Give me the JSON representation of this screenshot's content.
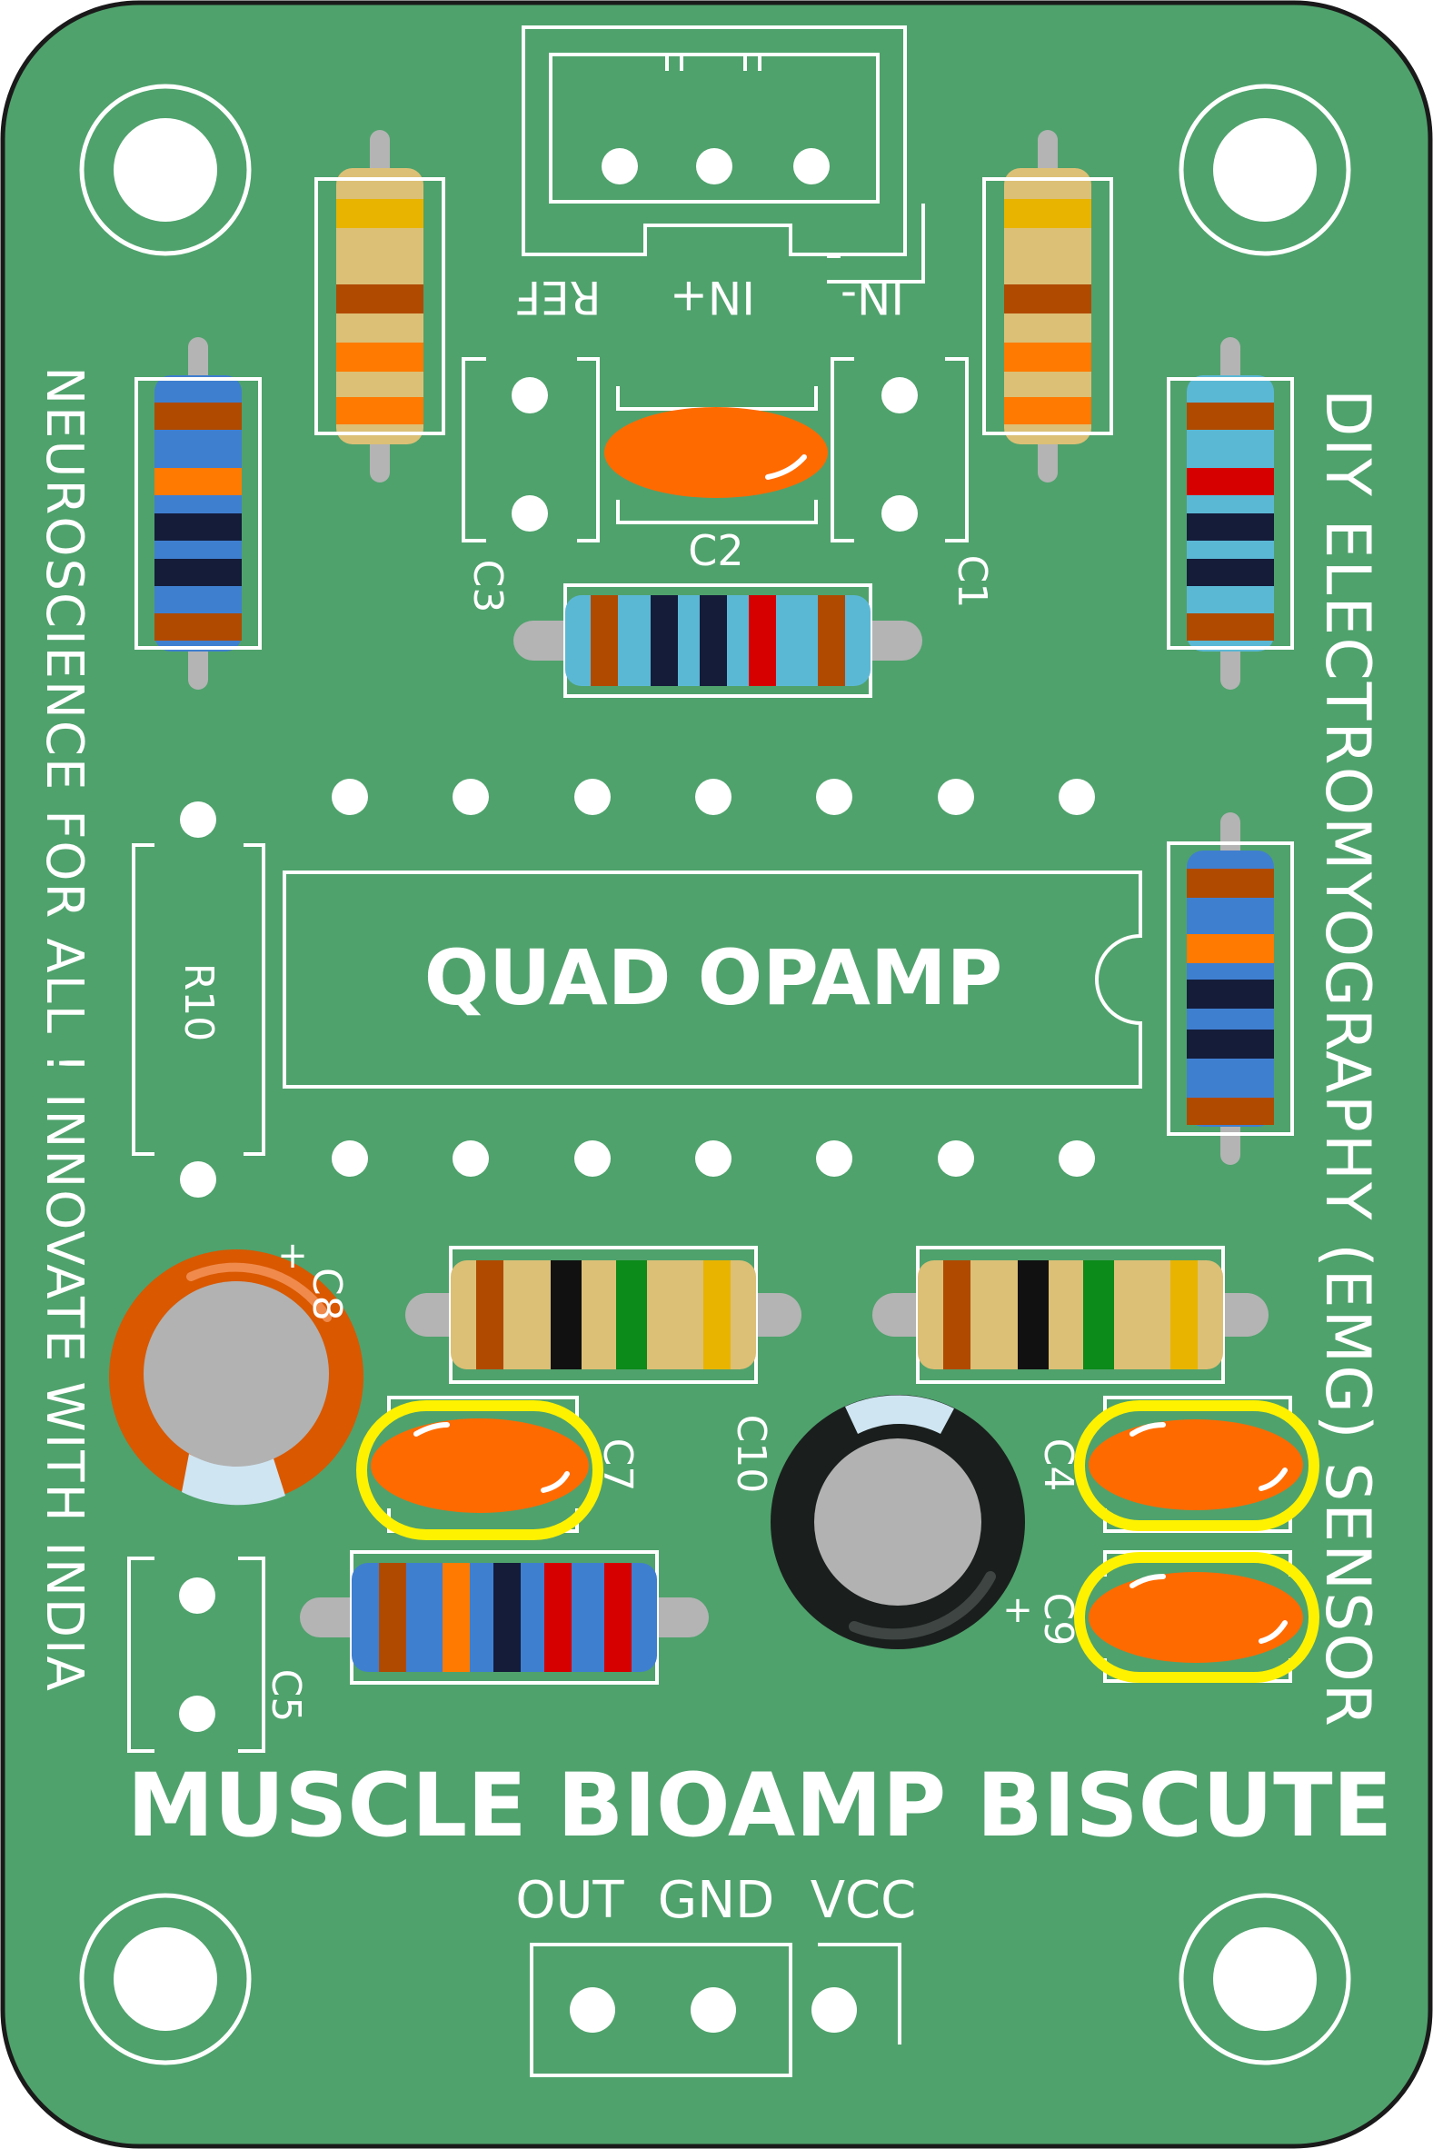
{
  "board": {
    "title": "MUSCLE BIOAMP BISCUTE",
    "side_right": "DIY ELECTROMYOGRAPHY (EMG) SENSOR",
    "side_left": "NEUROSCIENCE FOR ALL ! INNOVATE WITH INDIA",
    "ic_label": "QUAD OPAMP",
    "colors": {
      "pcb": "#4fa26c",
      "outline": "#1a1a1a",
      "silkscreen": "#ffffff",
      "capacitor": "#ff6a00",
      "capacitor_highlight": "#fff200",
      "electrolytic_orange": "#d95800",
      "electrolytic_black": "#1a1f1d",
      "resistor_tan": "#dcc076",
      "resistor_blue": "#3f7fd0",
      "resistor_lightblue": "#5bb8d5"
    }
  },
  "input_connector": {
    "pins": [
      "REF",
      "IN+",
      "IN-"
    ]
  },
  "output_connector": {
    "pins": [
      "OUT",
      "GND",
      "VCC"
    ]
  },
  "designators": {
    "c1": "C1",
    "c2": "C2",
    "c3": "C3",
    "c4": "C4",
    "c5": "C5",
    "c7": "C7",
    "c8": "C8",
    "c9": "C9",
    "c10": "C10",
    "r10": "R10",
    "plus_c8": "+",
    "plus_c9": "+"
  }
}
